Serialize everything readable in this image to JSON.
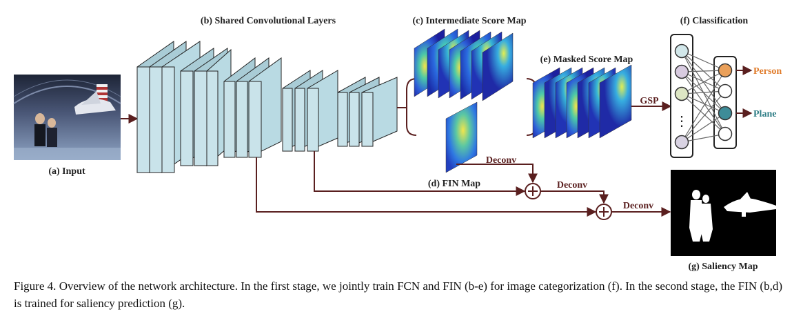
{
  "labels": {
    "input": "(a) Input",
    "shared_layers": "(b) Shared Convolutional Layers",
    "intermediate_map": "(c) Intermediate Score Map",
    "fin_map": "(d) FIN Map",
    "masked_map": "(e) Masked Score Map",
    "classification": "(f) Classification",
    "saliency_map": "(g) Saliency Map"
  },
  "operations": {
    "deconv": "Deconv",
    "gsp": "GSP"
  },
  "classes": {
    "person": "Person",
    "plane": "Plane",
    "ellipsis": "⋮"
  },
  "colors": {
    "arrow": "#5a1f1f",
    "layer_fill": "#c9e3ea",
    "layer_stroke": "#222222",
    "person": "#e07b2a",
    "plane": "#2f7e86"
  },
  "caption": "Figure 4. Overview of the network architecture. In the first stage, we jointly train FCN and FIN (b-e) for image categorization (f). In the second stage, the FIN (b,d) is trained for saliency prediction (g)."
}
